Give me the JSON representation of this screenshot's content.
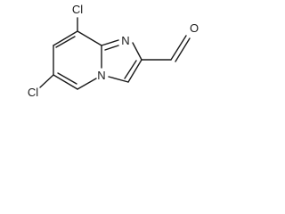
{
  "molecule": {
    "atoms": {
      "cl_top": "Cl",
      "cl_left": "Cl",
      "n_imine": "N",
      "n_bridge": "N",
      "o_carbonyl": "O"
    }
  }
}
